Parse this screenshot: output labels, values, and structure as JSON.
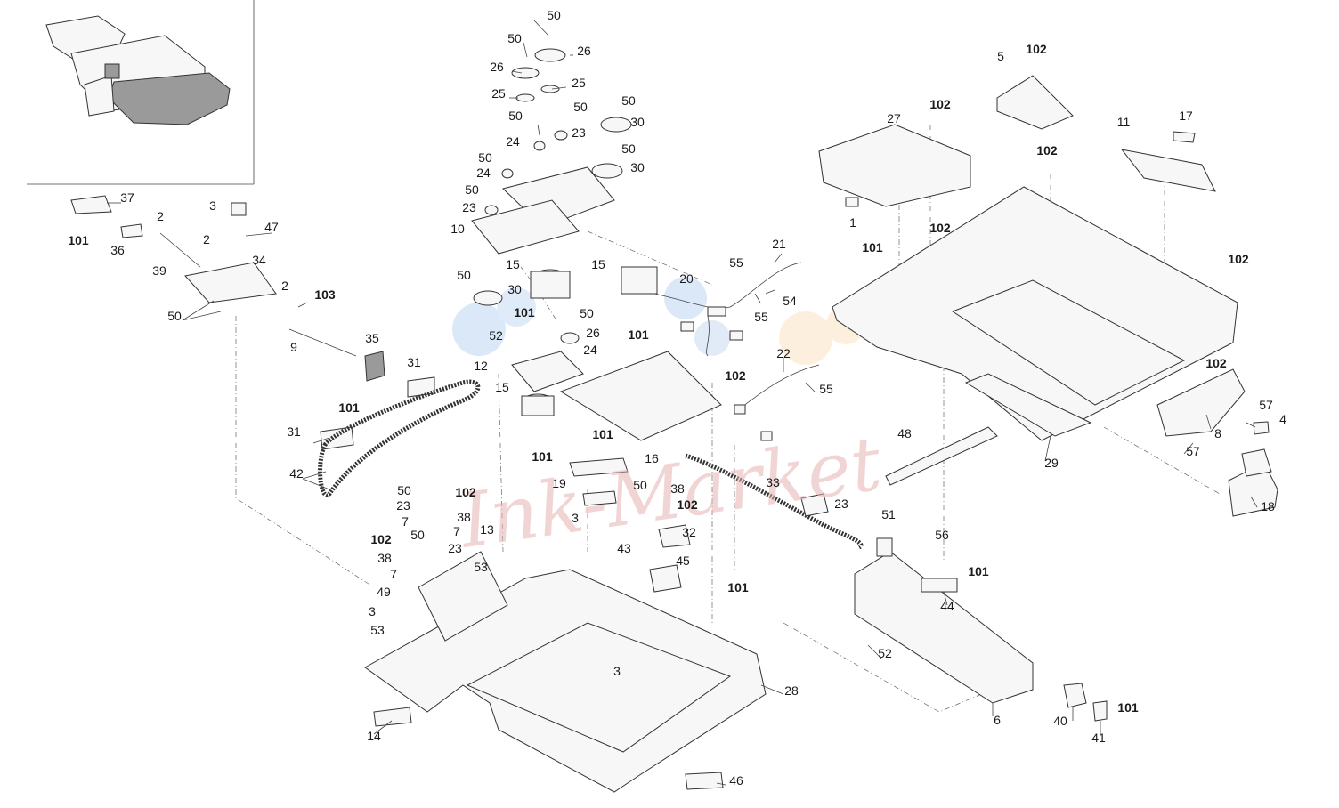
{
  "watermark": {
    "text": "Ink-Market",
    "color": "#e6b4b4",
    "dot_colors": [
      "#bcd6f2",
      "#c8dcf5",
      "#fbe2c4",
      "#c9dbf3"
    ]
  },
  "inset": {
    "icon": "scanner-assembly-thumbnail-icon"
  },
  "labels": [
    {
      "text": "50"
    },
    {
      "text": "50"
    },
    {
      "text": "26"
    },
    {
      "text": "26"
    },
    {
      "text": "25"
    },
    {
      "text": "25"
    },
    {
      "text": "50"
    },
    {
      "text": "50"
    },
    {
      "text": "50"
    },
    {
      "text": "23"
    },
    {
      "text": "30"
    },
    {
      "text": "24"
    },
    {
      "text": "50"
    },
    {
      "text": "30"
    },
    {
      "text": "50"
    },
    {
      "text": "24"
    },
    {
      "text": "50"
    },
    {
      "text": "23"
    },
    {
      "text": "10"
    },
    {
      "text": "37"
    },
    {
      "text": "3"
    },
    {
      "text": "2"
    },
    {
      "text": "47"
    },
    {
      "text": "101",
      "bold": true
    },
    {
      "text": "36"
    },
    {
      "text": "2"
    },
    {
      "text": "39"
    },
    {
      "text": "34"
    },
    {
      "text": "2"
    },
    {
      "text": "103",
      "bold": true
    },
    {
      "text": "50"
    },
    {
      "text": "9"
    },
    {
      "text": "35"
    },
    {
      "text": "101",
      "bold": true
    },
    {
      "text": "15"
    },
    {
      "text": "15"
    },
    {
      "text": "20"
    },
    {
      "text": "21"
    },
    {
      "text": "55"
    },
    {
      "text": "50"
    },
    {
      "text": "30"
    },
    {
      "text": "101",
      "bold": true
    },
    {
      "text": "50"
    },
    {
      "text": "55"
    },
    {
      "text": "54"
    },
    {
      "text": "101",
      "bold": true
    },
    {
      "text": "52"
    },
    {
      "text": "26"
    },
    {
      "text": "24"
    },
    {
      "text": "12"
    },
    {
      "text": "31"
    },
    {
      "text": "22"
    },
    {
      "text": "55"
    },
    {
      "text": "102",
      "bold": true
    },
    {
      "text": "15"
    },
    {
      "text": "31"
    },
    {
      "text": "101",
      "bold": true
    },
    {
      "text": "101",
      "bold": true
    },
    {
      "text": "16"
    },
    {
      "text": "42"
    },
    {
      "text": "19"
    },
    {
      "text": "33"
    },
    {
      "text": "50"
    },
    {
      "text": "102",
      "bold": true
    },
    {
      "text": "50"
    },
    {
      "text": "38"
    },
    {
      "text": "23"
    },
    {
      "text": "102",
      "bold": true
    },
    {
      "text": "38"
    },
    {
      "text": "7"
    },
    {
      "text": "32"
    },
    {
      "text": "23"
    },
    {
      "text": "7"
    },
    {
      "text": "3"
    },
    {
      "text": "13"
    },
    {
      "text": "102",
      "bold": true
    },
    {
      "text": "50"
    },
    {
      "text": "23"
    },
    {
      "text": "38"
    },
    {
      "text": "43"
    },
    {
      "text": "45"
    },
    {
      "text": "53"
    },
    {
      "text": "7"
    },
    {
      "text": "101",
      "bold": true
    },
    {
      "text": "49"
    },
    {
      "text": "3"
    },
    {
      "text": "53"
    },
    {
      "text": "3"
    },
    {
      "text": "28"
    },
    {
      "text": "14"
    },
    {
      "text": "46"
    },
    {
      "text": "5"
    },
    {
      "text": "102",
      "bold": true
    },
    {
      "text": "102",
      "bold": true
    },
    {
      "text": "27"
    },
    {
      "text": "102",
      "bold": true
    },
    {
      "text": "11"
    },
    {
      "text": "17"
    },
    {
      "text": "1"
    },
    {
      "text": "101",
      "bold": true
    },
    {
      "text": "102",
      "bold": true
    },
    {
      "text": "102",
      "bold": true
    },
    {
      "text": "102",
      "bold": true
    },
    {
      "text": "57"
    },
    {
      "text": "4"
    },
    {
      "text": "8"
    },
    {
      "text": "48"
    },
    {
      "text": "29"
    },
    {
      "text": "57"
    },
    {
      "text": "18"
    },
    {
      "text": "51"
    },
    {
      "text": "56"
    },
    {
      "text": "101",
      "bold": true
    },
    {
      "text": "44"
    },
    {
      "text": "52"
    },
    {
      "text": "6"
    },
    {
      "text": "101",
      "bold": true
    },
    {
      "text": "40"
    },
    {
      "text": "41"
    }
  ]
}
